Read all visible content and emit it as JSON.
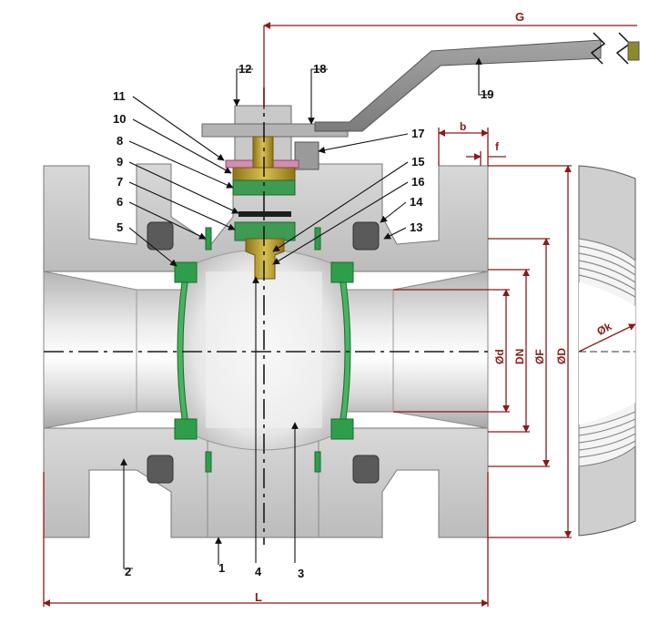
{
  "diagram": {
    "part_numbers": {
      "p1": "1",
      "p2": "2",
      "p3": "3",
      "p4": "4",
      "p5": "5",
      "p6": "6",
      "p7": "7",
      "p8": "8",
      "p9": "9",
      "p10": "10",
      "p11": "11",
      "p12": "12",
      "p13": "13",
      "p14": "14",
      "p15": "15",
      "p16": "16",
      "p17": "17",
      "p18": "18",
      "p19": "19"
    },
    "dimensions": {
      "G": "G",
      "L": "L",
      "b": "b",
      "f": "f",
      "d": "Ød",
      "DN": "DN",
      "F": "ØF",
      "D": "ØD",
      "k": "Øk"
    },
    "colors": {
      "dimension": "#8b1a1a",
      "seal_green": "#2e9e4a",
      "stem_gold": "#b89a2a",
      "body_gray": "#c8c8c8",
      "handle_gray": "#8e8e8e"
    }
  }
}
